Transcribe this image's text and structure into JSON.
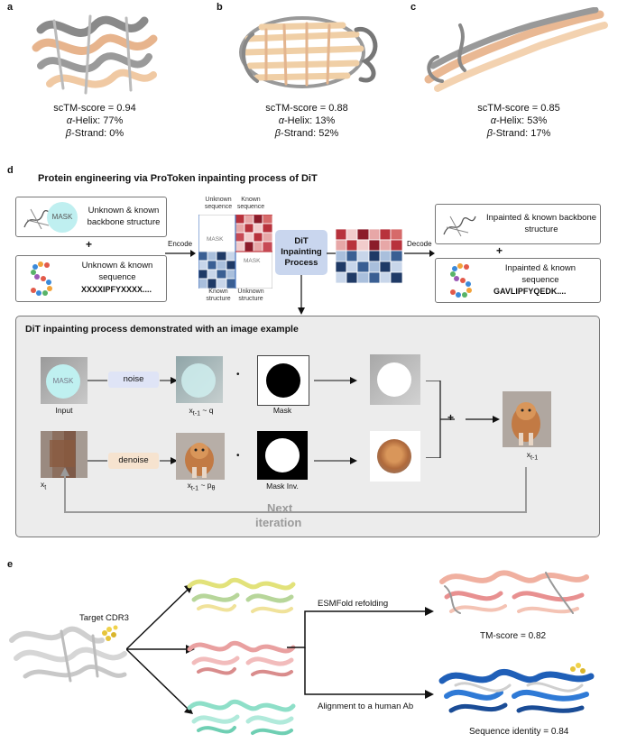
{
  "panels": {
    "a": {
      "label": "a",
      "score": "scTM-score = 0.94",
      "helix": "-Helix: 77%",
      "strand": "-Strand: 0%"
    },
    "b": {
      "label": "b",
      "score": "scTM-score = 0.88",
      "helix": "-Helix: 13%",
      "strand": "-Strand: 52%"
    },
    "c": {
      "label": "c",
      "score": "scTM-score = 0.85",
      "helix": "-Helix: 53%",
      "strand": "-Strand: 17%"
    },
    "alpha": "α",
    "beta": "β"
  },
  "d": {
    "label": "d",
    "title": "Protein engineering via ProToken inpainting process of DiT",
    "mask": "MASK",
    "in_struct": "Unknown & known backbone structure",
    "plus": "+",
    "in_seq": "Unknown & known sequence",
    "in_seq_code": "XXXXIPFYXXXX....",
    "encode": "Encode",
    "decode": "Decode",
    "unknown_seq": "Unknown sequence",
    "known_seq": "Known sequence",
    "known_struct": "Known structure",
    "unknown_struct": "Unknown structure",
    "dit": "DiT Inpainting Process",
    "out_struct": "Inpainted & known backbone structure",
    "out_seq": "Inpainted & known sequence",
    "out_seq_code": "GAVLIPFYQEDK....",
    "example_title": "DiT inpainting process demonstrated with an image example",
    "noise": "noise",
    "denoise": "denoise",
    "input": "Input",
    "xt": "x",
    "xt_sub": "t",
    "xq": "x",
    "xq_sub": "t-1",
    "xq_tail": " ~ q",
    "xp": "x",
    "xp_sub": "t-1",
    "xp_tail": " ~ p",
    "xp_theta": "θ",
    "mask_cap": "Mask",
    "mask_inv": "Mask Inv.",
    "out_x": "x",
    "out_sub": "t-1",
    "dot": "•",
    "next": "Next",
    "iteration": "iteration"
  },
  "e": {
    "label": "e",
    "target": "Target CDR3",
    "esm": "ESMFold refolding",
    "tm": "TM-score = 0.82",
    "align": "Alignment to a human Ab",
    "seqid": "Sequence identity = 0.84"
  },
  "colors": {
    "grid_red": "#b8323c",
    "grid_blue": "#3a5f93",
    "dit_fill": "#c9d6ee",
    "noise_fill": "#dfe4f6",
    "denoise_fill": "#f6e3cf",
    "panel_bg": "#ececec"
  }
}
